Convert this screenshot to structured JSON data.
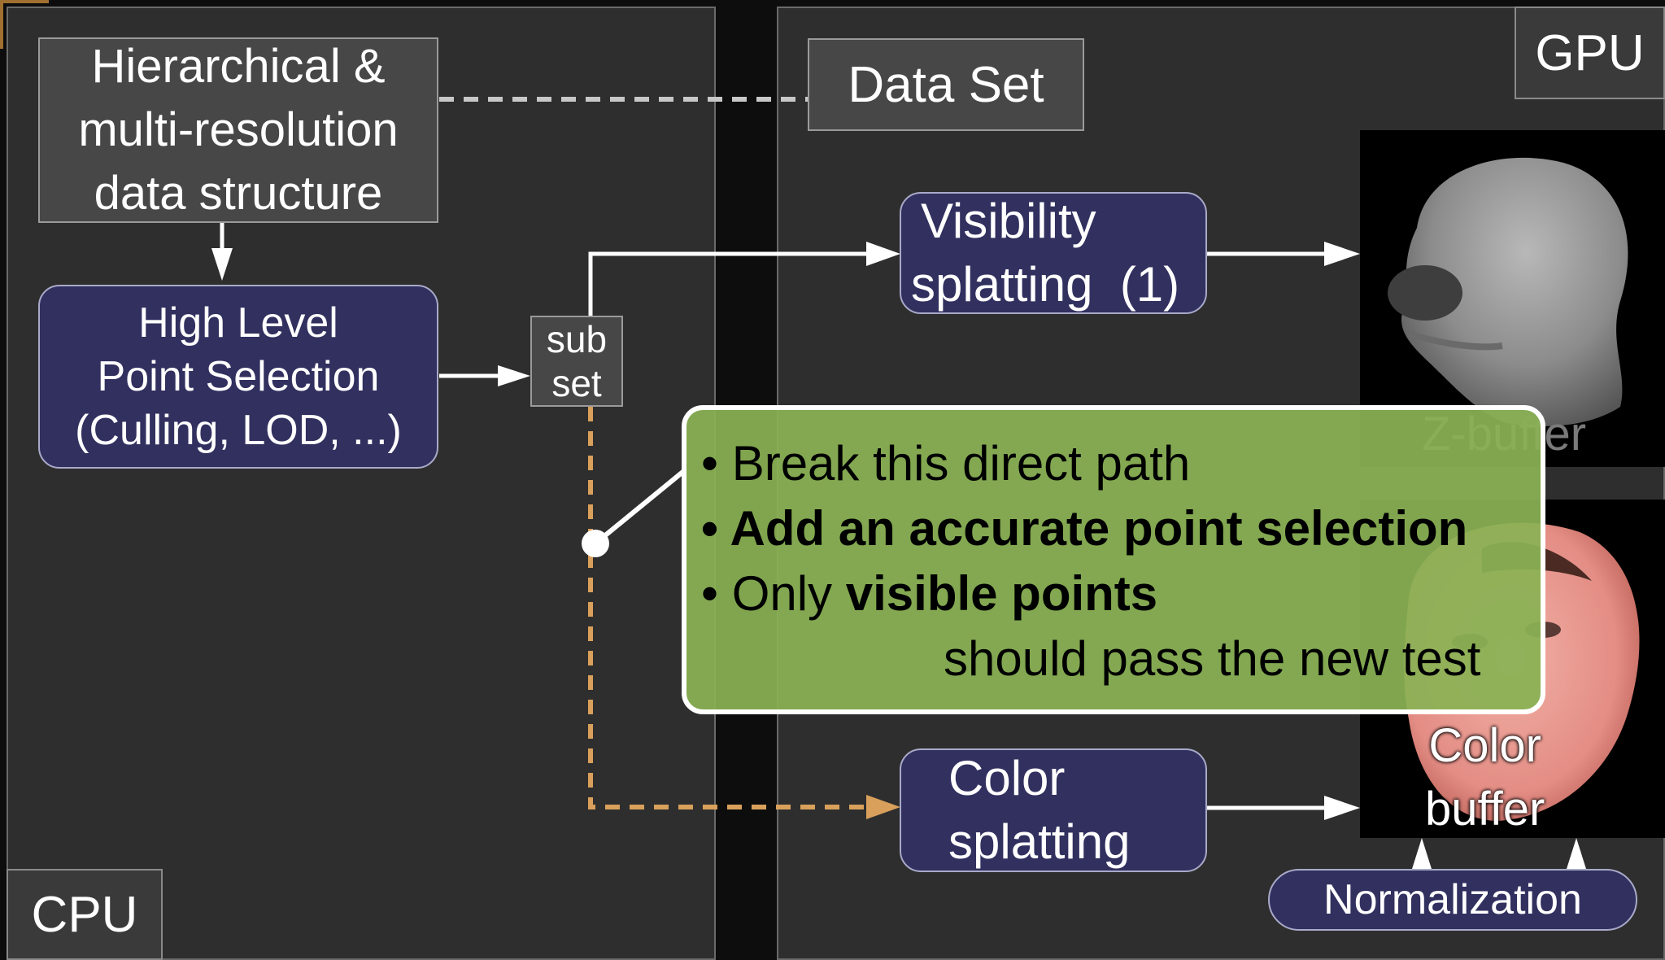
{
  "cpu_label": "CPU",
  "gpu_label": "GPU",
  "data_structure": {
    "lines": [
      "Hierarchical &",
      "multi-resolution",
      "data structure"
    ]
  },
  "data_set": "Data Set",
  "high_level": {
    "lines": [
      "High Level",
      "Point Selection",
      "(Culling, LOD, ...)"
    ]
  },
  "subset": {
    "lines": [
      "sub",
      "set"
    ]
  },
  "visibility": {
    "lines": [
      "Visibility",
      "splatting  (1)"
    ]
  },
  "color_splatting": {
    "lines": [
      "Color",
      "splatting"
    ]
  },
  "zbuffer_label": "Z-buffer",
  "color_buffer": {
    "lines": [
      "Color",
      "buffer"
    ]
  },
  "normalization": "Normalization",
  "callout": {
    "bullet": "•",
    "item1": "Break this direct path",
    "item2": "Add an accurate point selection",
    "item3_plain": "Only ",
    "item3_bold": "visible points",
    "item3_cont": "should pass the new test"
  },
  "colors": {
    "background": "#2e2e2e",
    "process_box": "#31305f",
    "callout_fill": "#8ab254",
    "dashed_orange": "#d9a05b"
  }
}
